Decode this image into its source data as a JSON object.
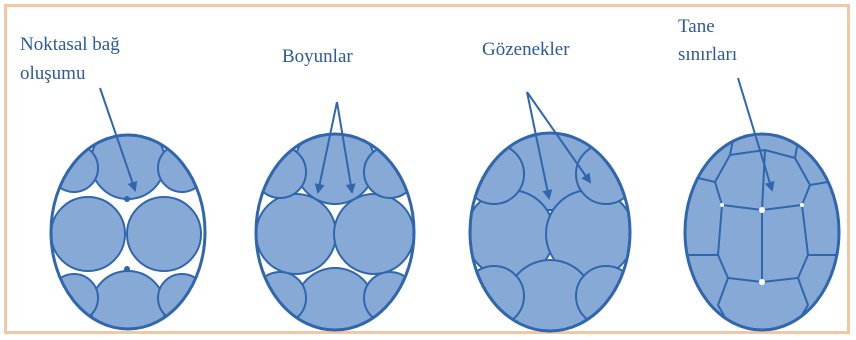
{
  "labels": {
    "stage1_line1": "Noktasal bağ",
    "stage1_line2": "oluşumu",
    "stage2": "Boyunlar",
    "stage3": "Gözenekler",
    "stage4_line1": "Tane",
    "stage4_line2": "sınırları"
  },
  "colors": {
    "frame_border": "#f2c7a6",
    "particle_fill": "#87a9d6",
    "outline": "#2f66ad",
    "label_text": "#2b5a99"
  }
}
